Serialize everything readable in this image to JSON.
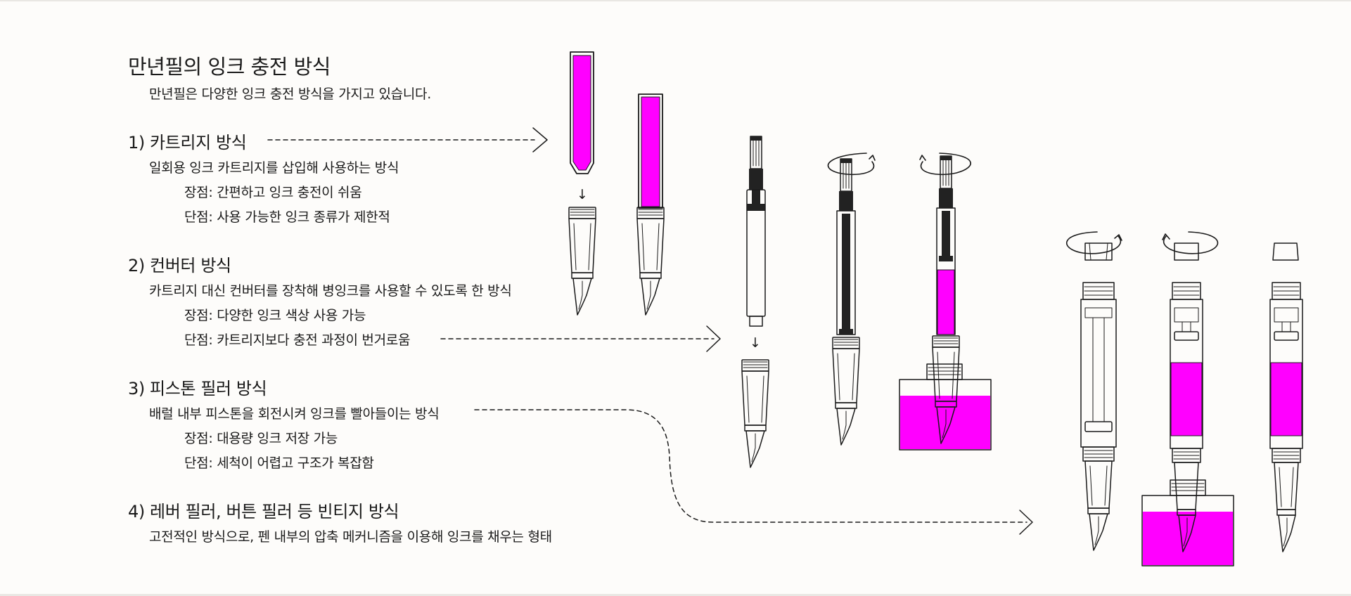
{
  "title": "만년필의 잉크 충전 방식",
  "subtitle": "만년필은 다양한 잉크 충전 방식을 가지고 있습니다.",
  "methods": [
    {
      "heading": "1) 카트리지 방식",
      "desc": "일회용 잉크 카트리지를 삽입해 사용하는 방식",
      "pro": "장점: 간편하고 잉크 충전이 쉬움",
      "con": "단점: 사용 가능한 잉크 종류가 제한적"
    },
    {
      "heading": "2) 컨버터 방식",
      "desc": "카트리지 대신 컨버터를 장착해 병잉크를 사용할 수 있도록 한 방식",
      "pro": "장점: 다양한 잉크 색상 사용 가능",
      "con": "단점: 카트리지보다 충전 과정이 번거로움"
    },
    {
      "heading": "3) 피스톤 필러 방식",
      "desc": "배럴 내부 피스톤을 회전시켜 잉크를 빨아들이는 방식",
      "pro": "장점: 대용량 잉크 저장 가능",
      "con": "단점: 세척이 어렵고 구조가 복잡함"
    },
    {
      "heading": "4) 레버 필러, 버튼 필러 등 빈티지 방식",
      "desc": "고전적인 방식으로, 펜 내부의 압축 메커니즘을 이용해 잉크를 채우는 형태"
    }
  ],
  "insert_arrow_glyph": "↓",
  "colors": {
    "ink": "#ff00ff",
    "line": "#1a1a1a",
    "background": "#fdfcfa",
    "dark_part": "#222222"
  }
}
